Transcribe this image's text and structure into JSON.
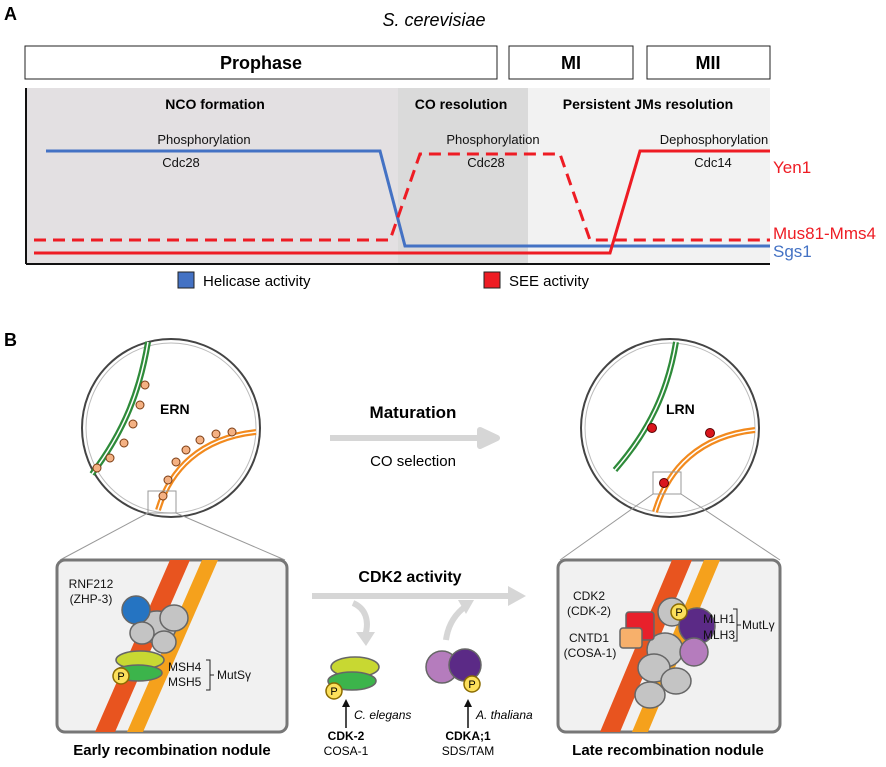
{
  "panel_a": {
    "letter": "A",
    "organism": "S. cerevisiae",
    "phases": {
      "prophase": "Prophase",
      "mi": "MI",
      "mii": "MII"
    },
    "stages": {
      "nco": "NCO formation",
      "co": "CO resolution",
      "jm": "Persistent JMs resolution"
    },
    "regulation": {
      "p1_title": "Phosphorylation",
      "p1_kinase": "Cdc28",
      "p2_title": "Phosphorylation",
      "p2_kinase": "Cdc28",
      "p3_title": "Dephosphorylation",
      "p3_kinase": "Cdc14"
    },
    "proteins": {
      "yen1": "Yen1",
      "mus81": "Mus81-Mms4",
      "sgs1": "Sgs1"
    },
    "legend": {
      "helicase": "Helicase activity",
      "see": "SEE activity"
    },
    "colors": {
      "helicase": "#4472c4",
      "see": "#ee1c24",
      "nco_bg": "#e3e0e2",
      "co_bg": "#dcdcdc",
      "jm_bg": "#f2f2f2"
    }
  },
  "panel_b": {
    "letter": "B",
    "ern": "ERN",
    "lrn": "LRN",
    "maturation": "Maturation",
    "co_selection": "CO selection",
    "cdk2_activity": "CDK2 activity",
    "early_box": {
      "rnf212": "RNF212",
      "zhp3": "(ZHP-3)",
      "msh4": "MSH4",
      "msh5": "MSH5",
      "mutsg": "MutSγ",
      "p": "P"
    },
    "late_box": {
      "cdk2": "CDK2",
      "cdk2b": "(CDK-2)",
      "cntd1": "CNTD1",
      "cosa1b": "(COSA-1)",
      "mlh1": "MLH1",
      "mlh3": "MLH3",
      "mutlg": "MutLγ",
      "p": "P"
    },
    "celegans": {
      "species": "C. elegans",
      "kinase": "CDK-2",
      "partner": "COSA-1",
      "p": "P"
    },
    "athaliana": {
      "species": "A. thaliana",
      "kinase": "CDKA;1",
      "partner": "SDS/TAM",
      "p": "P"
    },
    "early_caption": "Early recombination nodule",
    "late_caption": "Late recombination nodule"
  }
}
